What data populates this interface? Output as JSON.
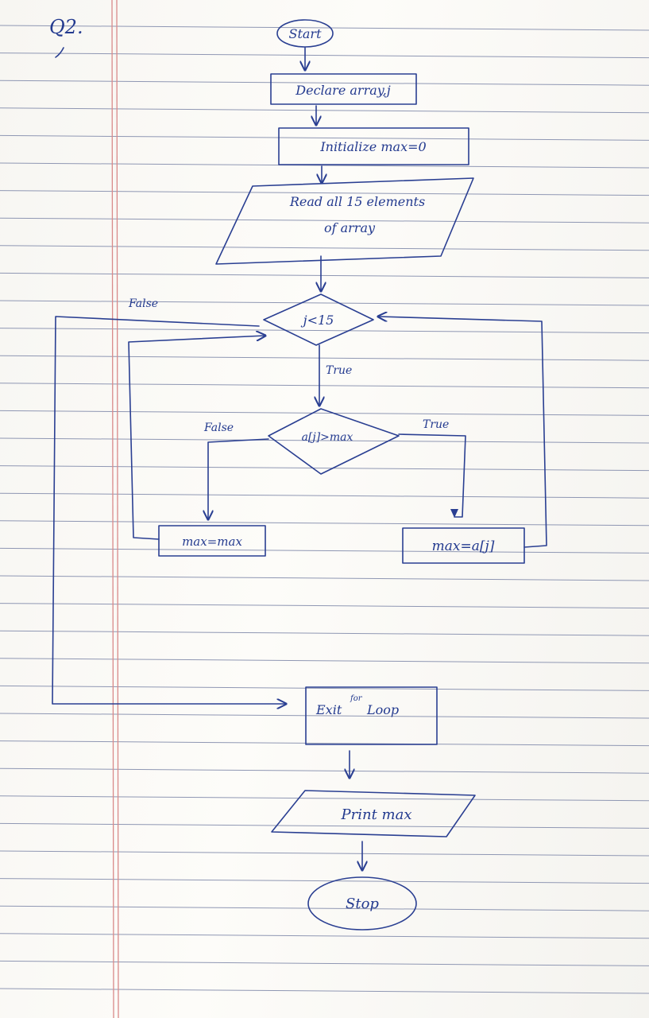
{
  "question_number": "Q2.",
  "flowchart": {
    "start": "Start",
    "declare": "Declare array,j",
    "initialize": "Initialize max=0",
    "read_line1": "Read all 15 elements",
    "read_line2": "of array",
    "loop_condition": "j<15",
    "loop_false": "False",
    "loop_true": "True",
    "compare_condition": "a[j]>max",
    "compare_false": "False",
    "compare_true": "True",
    "assign_false": "max=max",
    "assign_true": "max=a[j]",
    "exit_loop": "Exit",
    "exit_loop_superscript": "for",
    "exit_loop_word": "Loop",
    "print": "Print max",
    "stop": "Stop"
  },
  "colors": {
    "ink": "#2a3f92",
    "rule_line": "#8f97b3",
    "margin_line": "#d98a8a",
    "paper": "#fbfaf7"
  }
}
